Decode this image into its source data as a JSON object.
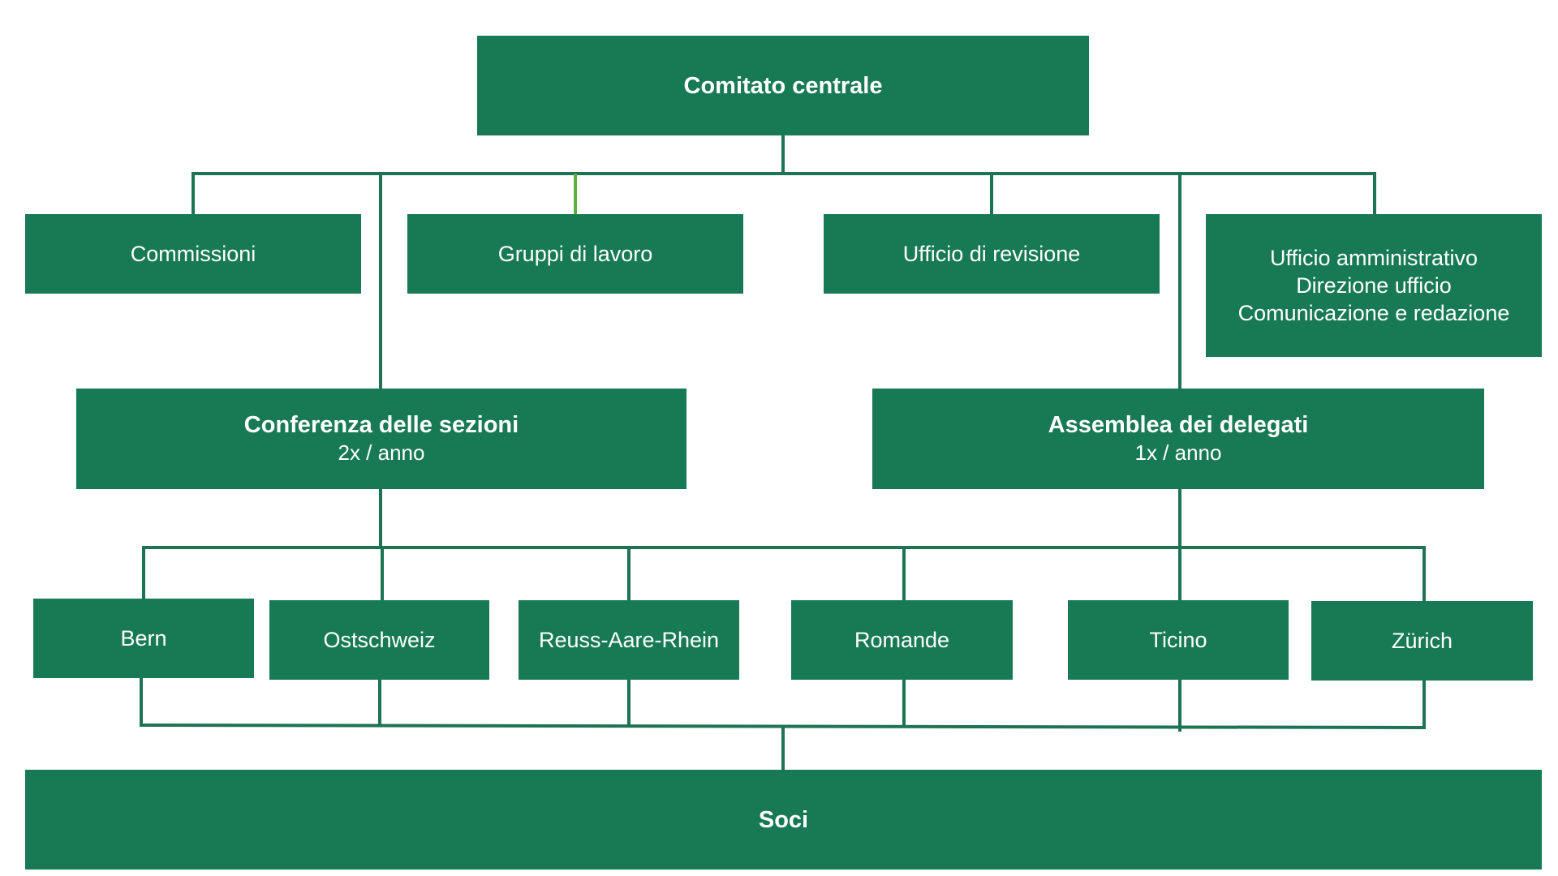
{
  "colors": {
    "box": "#187A55",
    "line": "#1E7353",
    "accent_line": "#5DAE43",
    "text": "#FFFFFF"
  },
  "top": {
    "label": "Comitato centrale"
  },
  "units": {
    "commissioni": "Commissioni",
    "gruppi": "Gruppi di lavoro",
    "revisione": "Ufficio di revisione",
    "amministrativo": [
      "Ufficio amministrativo",
      "Direzione ufficio",
      "Comunicazione e redazione"
    ]
  },
  "bodies": {
    "conferenza": {
      "title": "Conferenza delle sezioni",
      "frequency": "2x / anno"
    },
    "assemblea": {
      "title": "Assemblea dei delegati",
      "frequency": "1x / anno"
    }
  },
  "sections": [
    "Bern",
    "Ostschweiz",
    "Reuss-Aare-Rhein",
    "Romande",
    "Ticino",
    "Zürich"
  ],
  "base": {
    "label": "Soci"
  }
}
